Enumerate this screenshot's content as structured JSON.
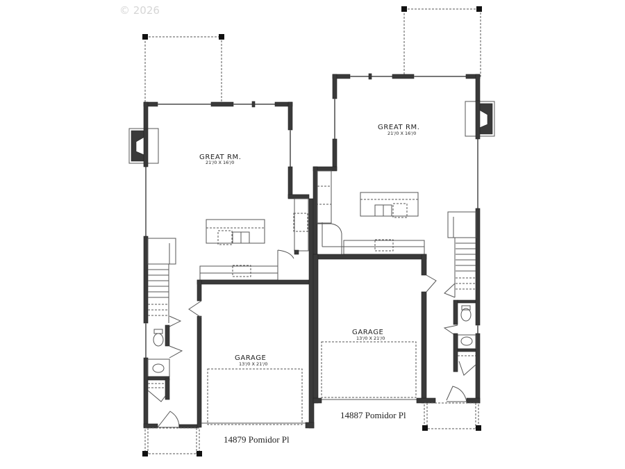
{
  "watermark": {
    "text": "© 2026"
  },
  "units": [
    {
      "address": "14879 Pomidor Pl",
      "rooms": [
        {
          "name": "GREAT RM.",
          "dimensions": "21'/0 X 16'/0"
        },
        {
          "name": "GARAGE",
          "dimensions": "13'/0 X 21'/0"
        }
      ]
    },
    {
      "address": "14887 Pomidor Pl",
      "rooms": [
        {
          "name": "GREAT RM.",
          "dimensions": "21'/0 X 16'/0"
        },
        {
          "name": "GARAGE",
          "dimensions": "13'/0 X 21'/0"
        }
      ]
    }
  ],
  "colors": {
    "wall": "#3a3a3a",
    "line": "#555555",
    "background": "#ffffff",
    "watermark": "#d6d6d6"
  }
}
